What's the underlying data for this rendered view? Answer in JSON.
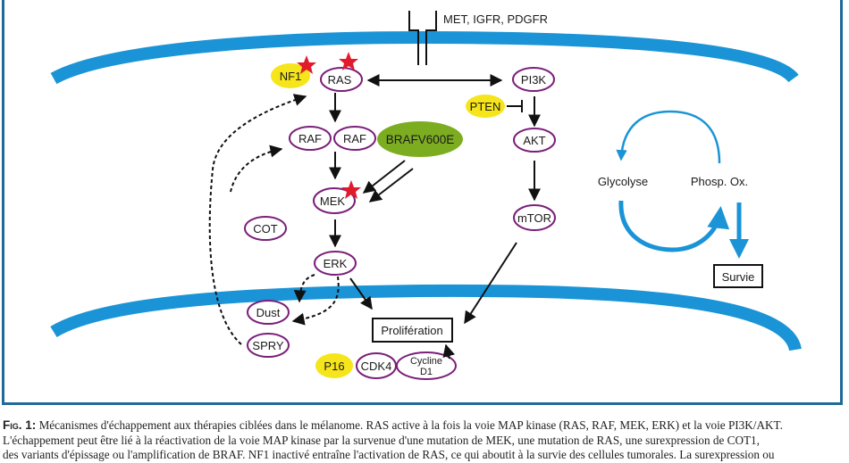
{
  "figure": {
    "receptor_label": "MET, IGFR, PDGFR",
    "colors": {
      "membrane": "#1a94d6",
      "node_outline": "#7b1f7a",
      "mutation_star": "#e21b2c",
      "inhibitor_fill": "#f5e51a",
      "braf_fill": "#7cad20",
      "frame": "#1f6a99"
    },
    "nodes": {
      "nf1": "NF1",
      "ras": "RAS",
      "pi3k": "PI3K",
      "pten": "PTEN",
      "raf1": "RAF",
      "raf2": "RAF",
      "braf": "BRAFV600E",
      "akt": "AKT",
      "mek": "MEK",
      "mtor": "mTOR",
      "cot": "COT",
      "erk": "ERK",
      "dust": "Dust",
      "spry": "SPRY",
      "proliferation": "Prolifération",
      "p16": "P16",
      "cdk4": "CDK4",
      "cycline_line1": "Cycline",
      "cycline_line2": "D1"
    },
    "metabolism": {
      "glycolyse": "Glycolyse",
      "phosp_ox": "Phosp. Ox.",
      "survie": "Survie"
    }
  },
  "caption": {
    "label": "Fig. 1:",
    "line1": "Mécanismes d'échappement aux thérapies ciblées dans le mélanome. RAS active à la fois la voie MAP kinase (RAS, RAF, MEK, ERK) et la voie PI3K/AKT.",
    "line2": "L'échappement peut être lié à la réactivation de la voie MAP kinase par la survenue d'une mutation de MEK, une mutation de RAS, une surexpression de COT1,",
    "line3": "des variants d'épissage ou l'amplification de BRAF. NF1 inactivé entraîne l'activation de RAS, ce qui aboutit à la survie des cellules tumorales. La surexpression ou"
  }
}
